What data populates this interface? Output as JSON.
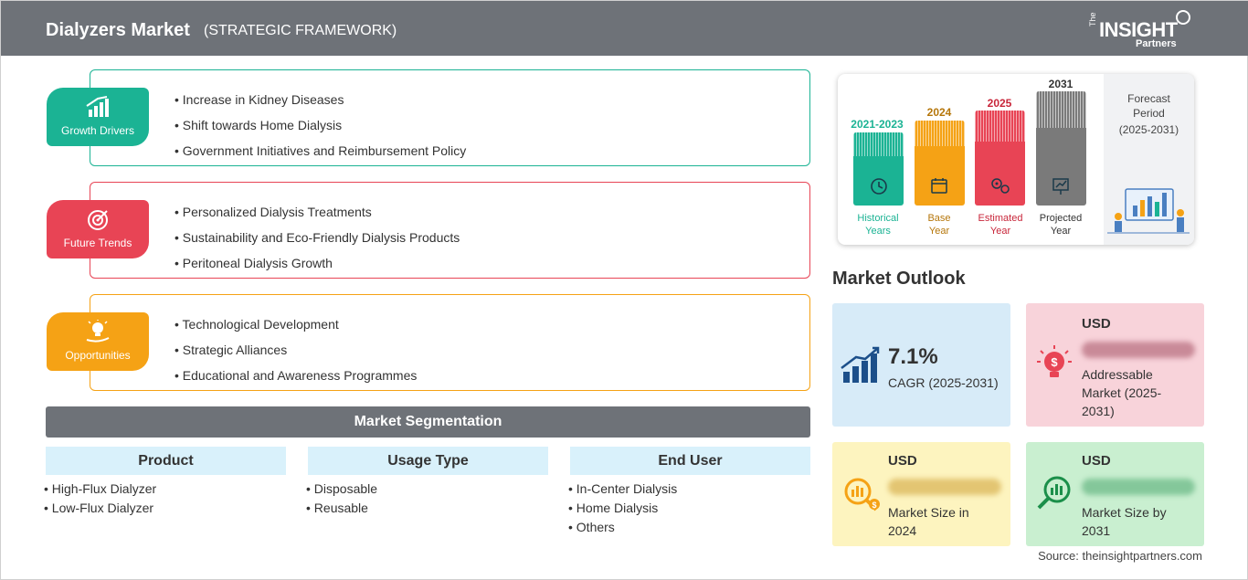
{
  "header": {
    "title": "Dialyzers Market",
    "subtitle": "(STRATEGIC FRAMEWORK)",
    "logo_the": "The",
    "logo_insight": "INSIGHT",
    "logo_partners": "Partners"
  },
  "framework": [
    {
      "label": "Growth Drivers",
      "icon": "growth-chart-icon",
      "color": "#1bb394",
      "items": [
        "Increase in Kidney Diseases",
        "Shift towards Home Dialysis",
        "Government Initiatives and Reimbursement Policy"
      ]
    },
    {
      "label": "Future Trends",
      "icon": "target-icon",
      "color": "#e84455",
      "items": [
        "Personalized Dialysis Treatments",
        "Sustainability and Eco-Friendly Dialysis Products",
        "Peritoneal Dialysis Growth"
      ]
    },
    {
      "label": "Opportunities",
      "icon": "lightbulb-hand-icon",
      "color": "#f5a215",
      "items": [
        "Technological Development",
        "Strategic Alliances",
        "Educational and Awareness Programmes"
      ]
    }
  ],
  "segmentation": {
    "title": "Market Segmentation",
    "columns": [
      {
        "header": "Product",
        "items": [
          "High-Flux Dialyzer",
          "Low-Flux Dialyzer"
        ]
      },
      {
        "header": "Usage Type",
        "items": [
          "Disposable",
          "Reusable"
        ]
      },
      {
        "header": "End User",
        "items": [
          "In-Center Dialysis",
          "Home Dialysis",
          "Others"
        ]
      }
    ]
  },
  "timeline": {
    "periods": [
      {
        "year": "2021-2023",
        "caption_1": "Historical",
        "caption_2": "Years",
        "color": "#1bb394",
        "icon": "clock-history-icon"
      },
      {
        "year": "2024",
        "caption_1": "Base",
        "caption_2": "Year",
        "color": "#f5a215",
        "icon": "calendar-icon"
      },
      {
        "year": "2025",
        "caption_1": "Estimated",
        "caption_2": "Year",
        "color": "#e84455",
        "icon": "gears-icon"
      },
      {
        "year": "2031",
        "caption_1": "Projected",
        "caption_2": "Year",
        "color": "#7a7a7a",
        "icon": "presentation-chart-icon"
      }
    ],
    "forecast_1": "Forecast",
    "forecast_2": "Period",
    "forecast_3": "(2025-2031)"
  },
  "outlook": {
    "title": "Market Outlook",
    "cagr": {
      "value": "7.1%",
      "label": "CAGR (2025-2031)",
      "bg": "#d7ebf8",
      "icon": "bar-growth-icon"
    },
    "addressable": {
      "currency": "USD",
      "blurred": "lorem ipsum",
      "label_1": "Addressable",
      "label_2": "Market (2025-",
      "label_3": "2031)",
      "bg": "#f8d3da",
      "icon": "dollar-bulb-icon"
    },
    "size_2024": {
      "currency": "USD",
      "blurred": "lorem ipsum",
      "label_1": "Market Size in",
      "label_2": "2024",
      "bg": "#fdf4bf",
      "icon": "magnifier-chart-icon"
    },
    "size_2031": {
      "currency": "USD",
      "blurred": "lorem ipsum",
      "label_1": "Market Size by",
      "label_2": "2031",
      "bg": "#c9efd0",
      "icon": "magnifier-bars-icon"
    }
  },
  "source": "Source: theinsightpartners.com"
}
